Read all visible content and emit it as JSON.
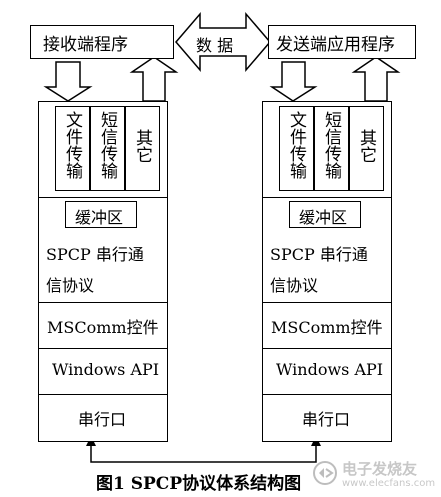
{
  "top": {
    "left_program": "接收端程序",
    "right_program": "发送端应用程序",
    "data_label": "数 据"
  },
  "stack": {
    "modules": [
      "文件传输",
      "短信传输",
      "其它"
    ],
    "buffer": "缓冲区",
    "protocol_line1": "SPCP 串行通",
    "protocol_line2": "信协议",
    "mscomm": "MSComm控件",
    "winapi": "Windows API",
    "serial_port": "串行口"
  },
  "caption": "图1 SPCP协议体系结构图",
  "watermark": {
    "line1": "电子发烧友",
    "line2": "www.elecfans.com"
  }
}
